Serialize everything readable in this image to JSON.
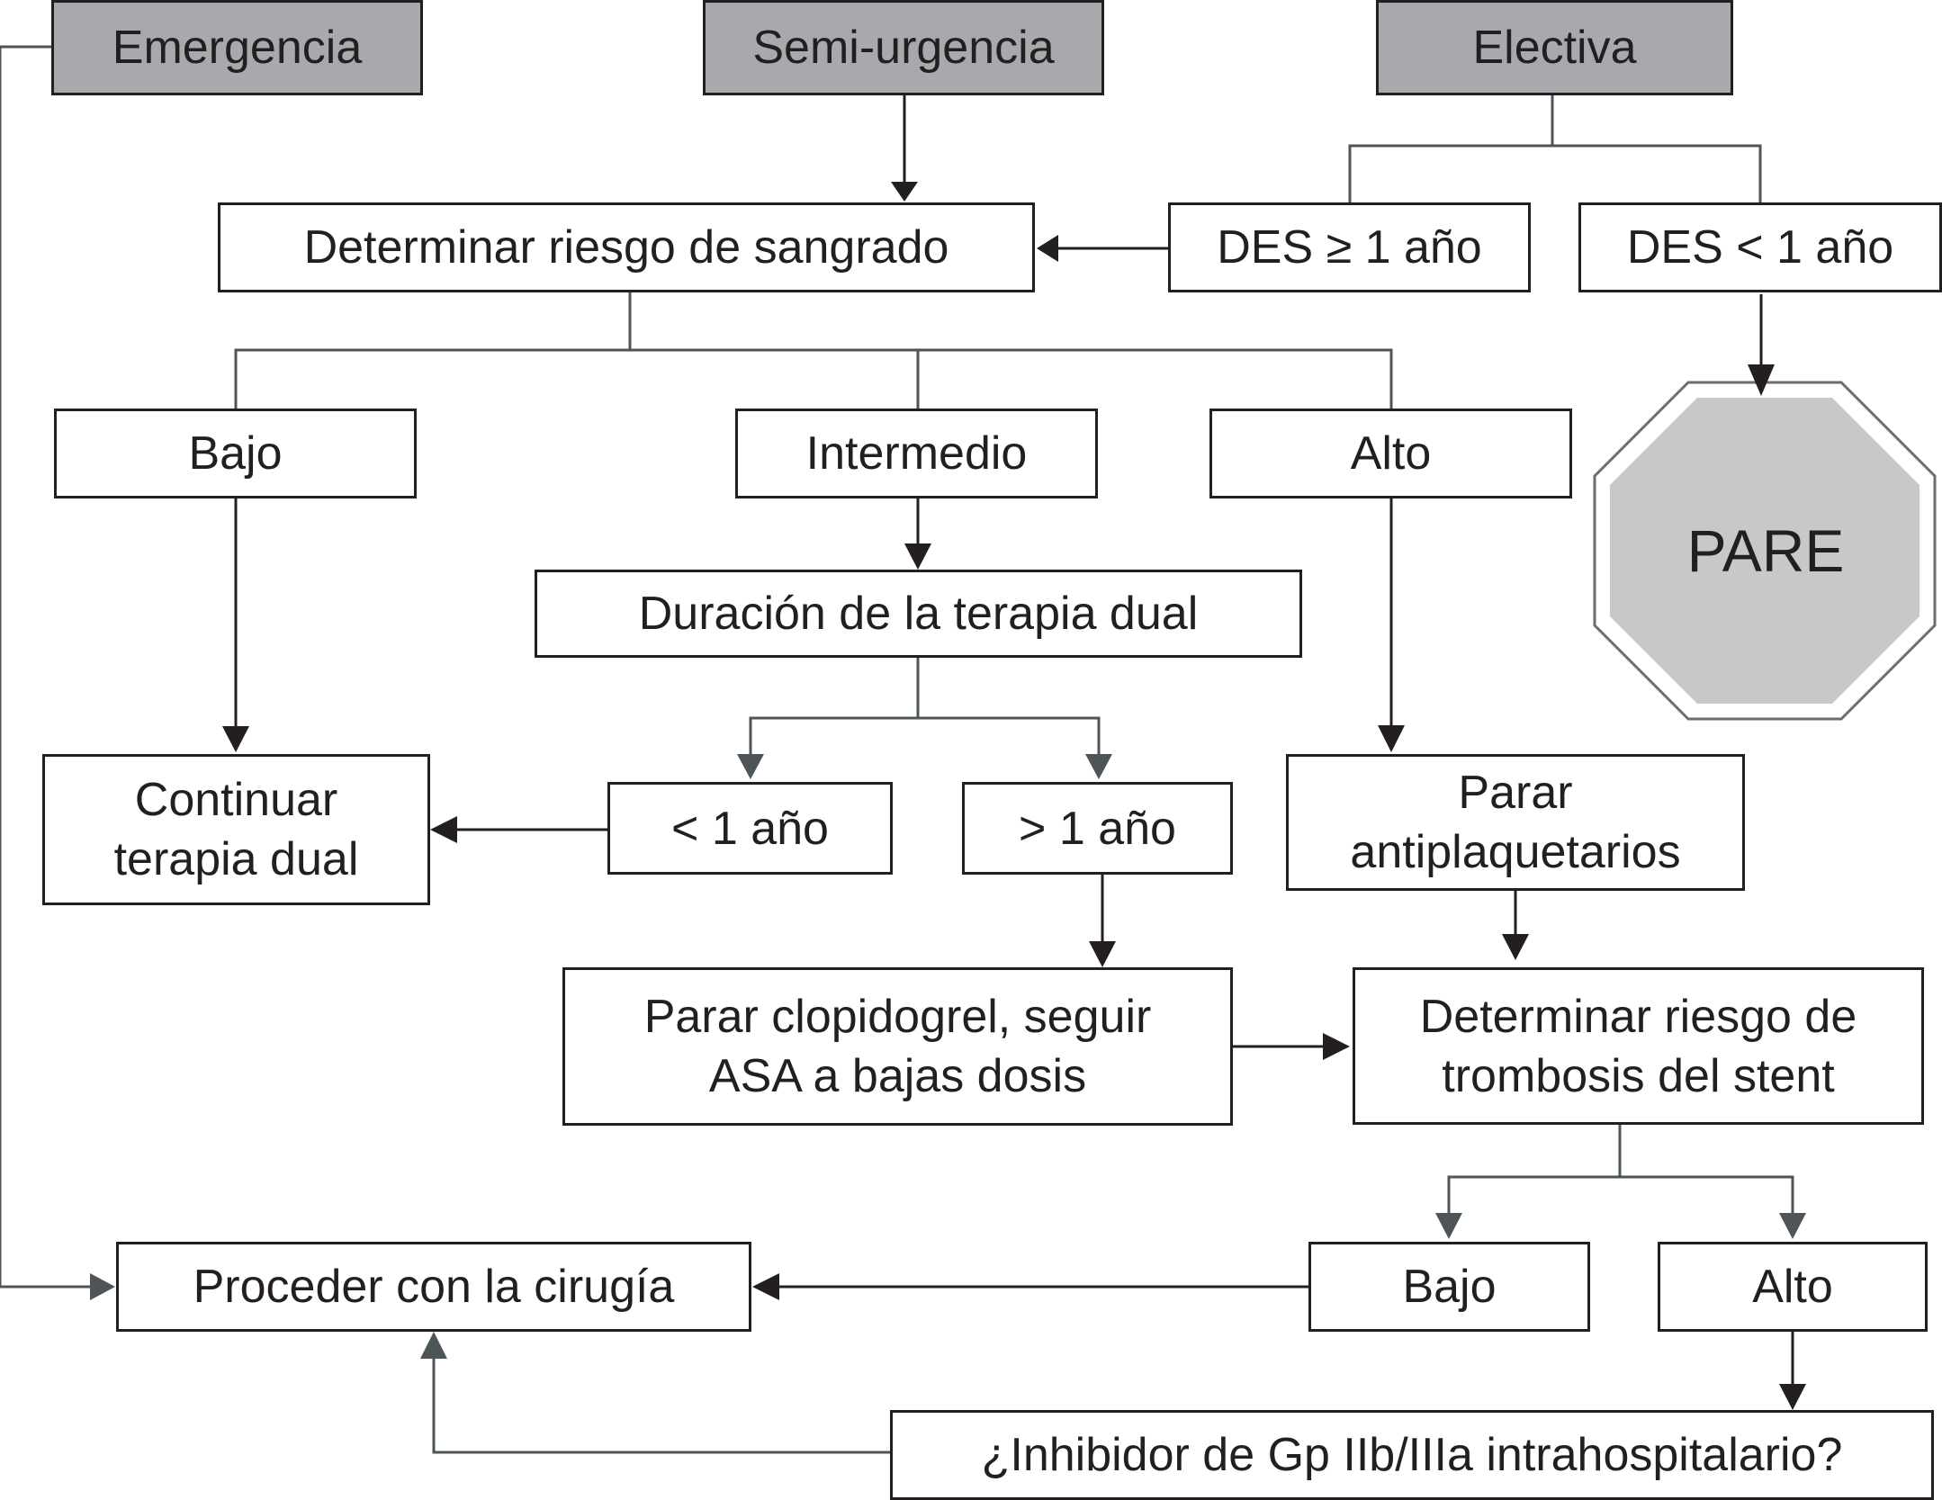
{
  "diagram": {
    "header": {
      "emergencia": "Emergencia",
      "semi_urgencia": "Semi-urgencia",
      "electiva": "Electiva"
    },
    "determinar_sangrado": "Determinar riesgo de sangrado",
    "des_ge_1": "DES ≥ 1 año",
    "des_lt_1": "DES < 1 año",
    "sangrado_bajo": "Bajo",
    "sangrado_intermedio": "Intermedio",
    "sangrado_alto": "Alto",
    "pare": "PARE",
    "duracion_terapia": "Duración de la terapia dual",
    "menos_1_ano": "< 1 año",
    "mas_1_ano": "> 1 año",
    "continuar_terapia": [
      "Continuar",
      "terapia dual"
    ],
    "parar_antiplaquetarios": [
      "Parar",
      "antiplaquetarios"
    ],
    "parar_clopidogrel": [
      "Parar clopidogrel, seguir",
      "ASA a bajas dosis"
    ],
    "determinar_trombosis": [
      "Determinar riesgo de",
      "trombosis del stent"
    ],
    "trombosis_bajo": "Bajo",
    "trombosis_alto": "Alto",
    "proceder_cirugia": "Proceder con la cirugía",
    "inhibidor": "¿Inhibidor de Gp IIb/IIIa intrahospitalario?"
  },
  "colors": {
    "box_border": "#231f20",
    "header_fill": "#a7a9ac",
    "connector_gray": "#4d5559",
    "stop_fill": "#c8c8c8"
  }
}
